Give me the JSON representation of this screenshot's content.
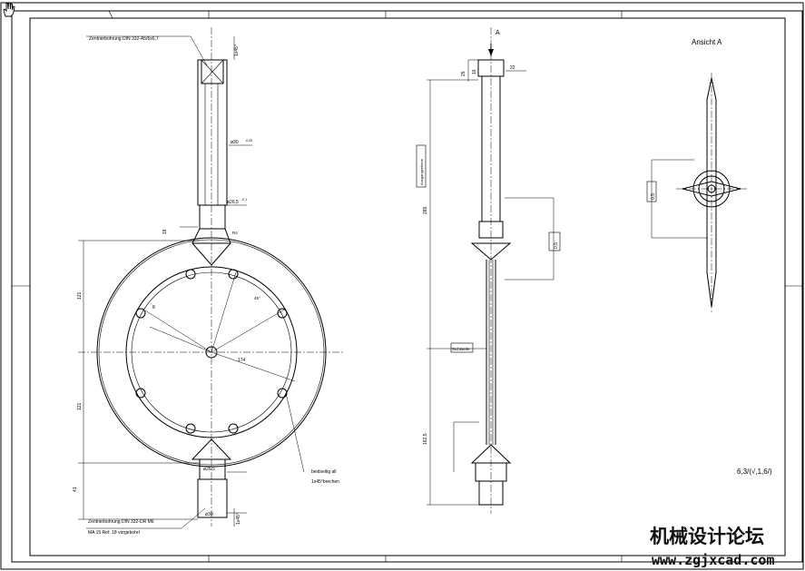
{
  "viewer": {
    "tool_icon": "hand-pan-icon"
  },
  "drawing": {
    "note_top_center": "Zentrierbohrung DIN 332-A5/6x6,7",
    "note_bottom_center": "Zentrierbohrung DIN 332-DR M6",
    "note_bottom_center_2": "MA 15 Ref. 18 vorgebohrt",
    "note_edge": "beidseitig all",
    "note_edge_2": "1x45°brechen",
    "view_label": "Ansicht  A",
    "arrow_label": "A",
    "box_label_1": "Ausgangsebene",
    "box_label_2": "Sichtseite",
    "tol_1": "0,5",
    "tol_2": "0,5",
    "surface_finish": "6,3/(√,1,6/)",
    "dims": {
      "top_chamfer": "1x45°",
      "top_shaft_dia": "ø30",
      "top_shaft_tol": "-0,05",
      "mid_dia": "ø26,5",
      "mid_tol": "-0,1",
      "left_small": "18",
      "left_upper": "121",
      "left_lower": "121",
      "bottom_dia": "ø26,5",
      "bottom_shaft_dia": "ø30",
      "bottom_chamfer": "1x45°",
      "bottom_left": "41",
      "radius_8": "8",
      "dia_174": "174",
      "side_top_25": "25",
      "side_top_22": "22",
      "side_top_16": "16",
      "side_len_1": "289",
      "side_len_2": "162,5",
      "angle_note": "45°",
      "note_r": "R4"
    }
  },
  "watermark": {
    "title": "机械设计论坛",
    "url": "www.zgjxcad.com"
  },
  "colors": {
    "line": "#000000",
    "paper": "#ffffff",
    "watermark": "#111111"
  }
}
